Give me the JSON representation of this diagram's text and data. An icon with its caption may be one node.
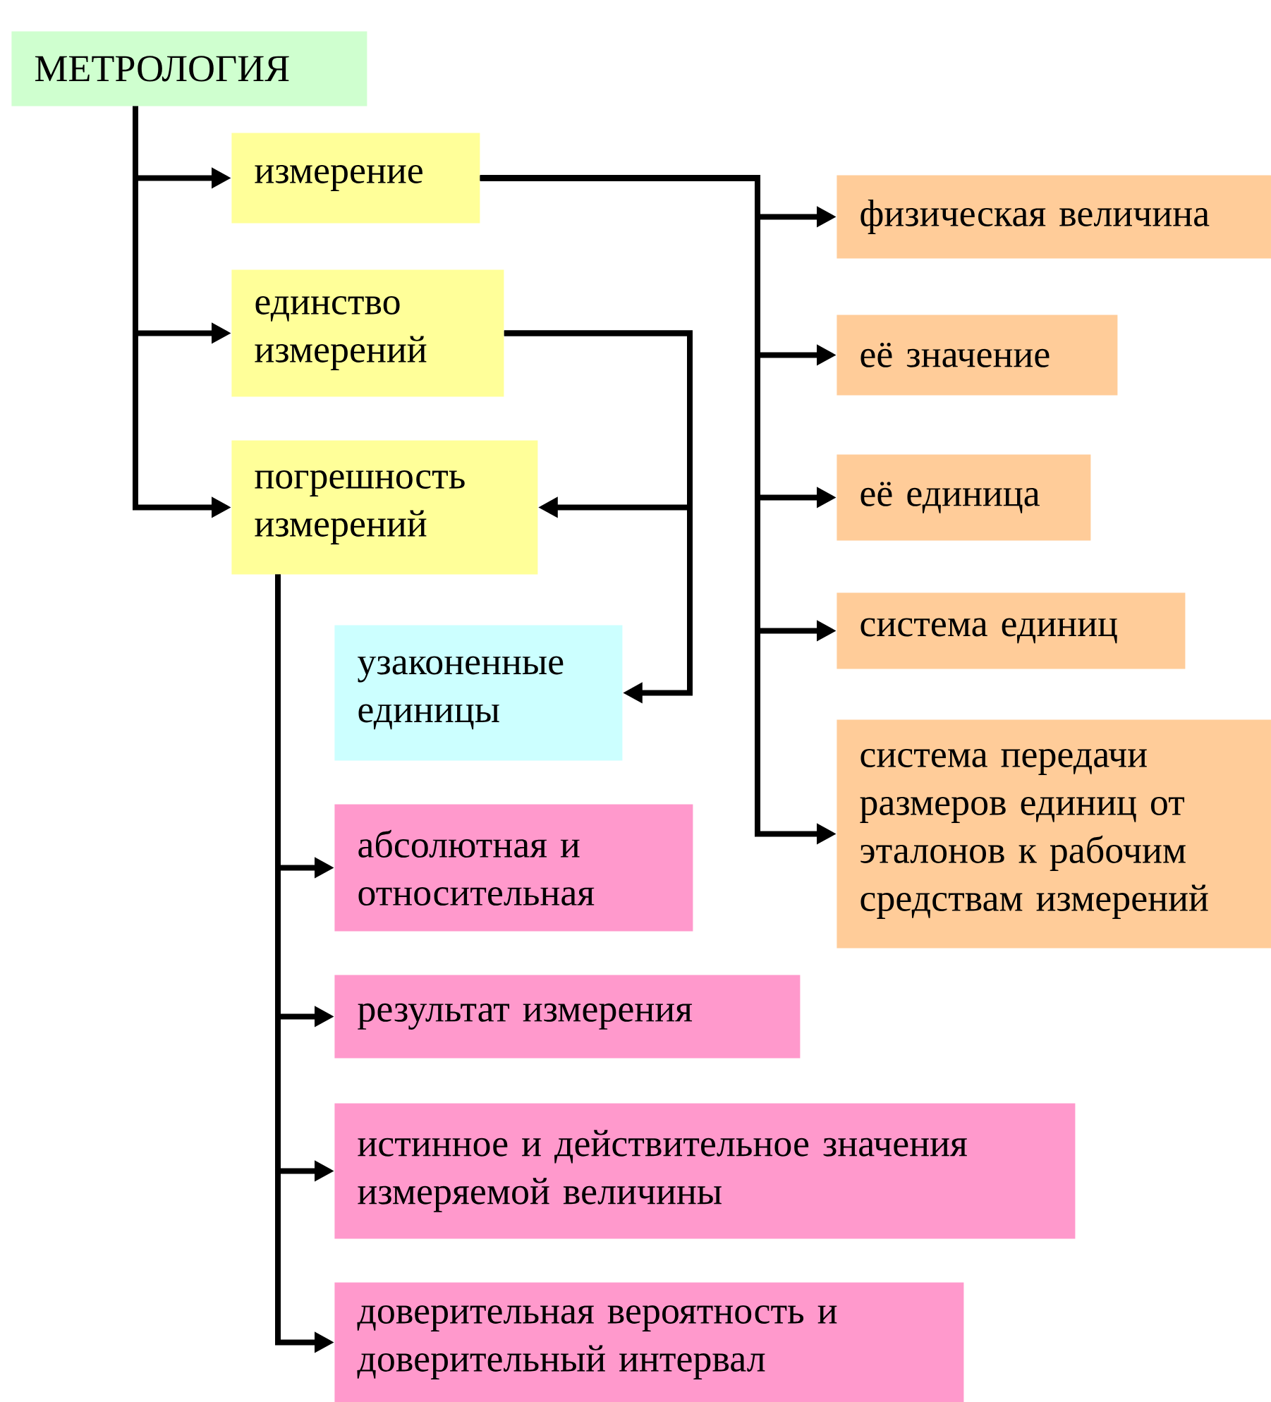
{
  "diagram": {
    "nodes": [
      {
        "text": [
          "МЕТРОЛОГИЯ"
        ]
      },
      {
        "text": [
          "измерение"
        ]
      },
      {
        "text": [
          "единство измерений"
        ]
      },
      {
        "text": [
          "погрешность измерений"
        ]
      },
      {
        "text": [
          "физическая величина"
        ]
      },
      {
        "text": [
          "её значение"
        ]
      },
      {
        "text": [
          "её единица"
        ]
      },
      {
        "text": [
          "система единиц"
        ]
      },
      {
        "text": [
          "система передачи размеров единиц от эталонов к рабочим средствам измерений"
        ]
      },
      {
        "text": [
          "узаконенные единицы"
        ]
      },
      {
        "text": [
          "абсолютная и относительная"
        ]
      },
      {
        "text": [
          "результат измерения"
        ]
      },
      {
        "text": [
          "истинное и действительное значения измеряемой величины"
        ]
      },
      {
        "text": [
          "доверительная вероятность и доверительный интервал"
        ]
      }
    ],
    "edges": [
      {
        "from": 0,
        "to": 1,
        "arrow": "to"
      },
      {
        "from": 0,
        "to": 2,
        "arrow": "to"
      },
      {
        "from": 0,
        "to": 3,
        "arrow": "to"
      },
      {
        "from": 1,
        "to": 4,
        "arrow": "to"
      },
      {
        "from": 1,
        "to": 5,
        "arrow": "to"
      },
      {
        "from": 1,
        "to": 6,
        "arrow": "to"
      },
      {
        "from": 1,
        "to": 7,
        "arrow": "to"
      },
      {
        "from": 1,
        "to": 8,
        "arrow": "to"
      },
      {
        "from": 2,
        "to": 3,
        "arrow": "to"
      },
      {
        "from": 2,
        "to": 9,
        "arrow": "to"
      },
      {
        "from": 3,
        "to": 10,
        "arrow": "to"
      },
      {
        "from": 3,
        "to": 11,
        "arrow": "to"
      },
      {
        "from": 3,
        "to": 12,
        "arrow": "to"
      },
      {
        "from": 3,
        "to": 13,
        "arrow": "to"
      }
    ]
  }
}
